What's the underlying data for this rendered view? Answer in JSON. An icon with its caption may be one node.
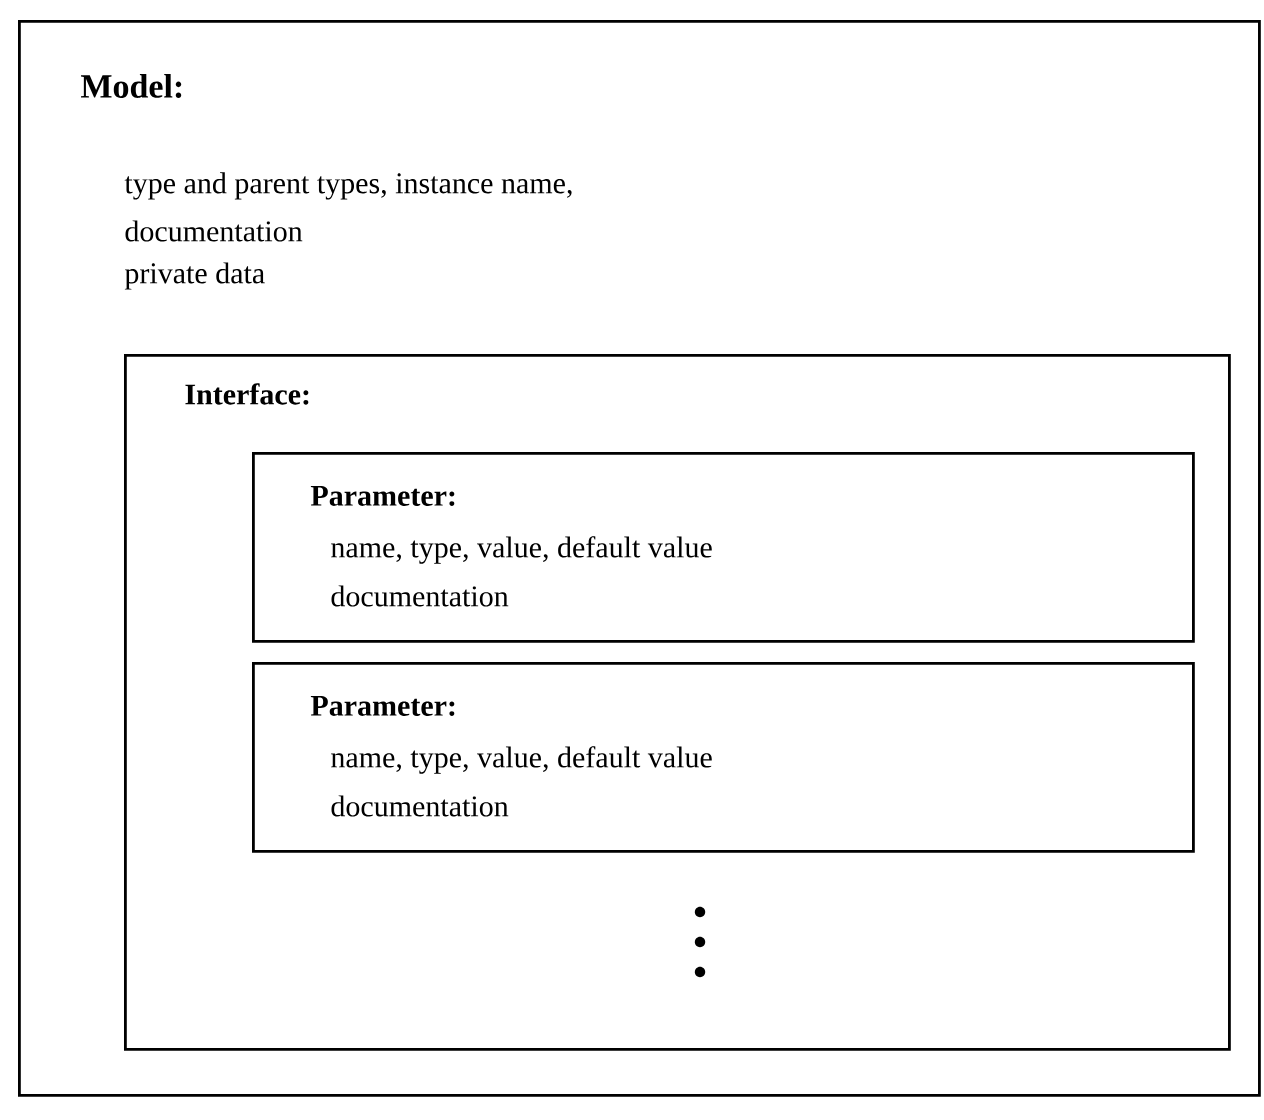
{
  "diagram": {
    "nodes": [
      {
        "text": [
          "Model:",
          "type and parent types, instance name,",
          "documentation",
          "private data"
        ]
      },
      {
        "text": [
          "Interface:"
        ],
        "in": 0
      },
      {
        "text": [
          "Parameter:",
          "name, type, value, default value",
          "documentation"
        ],
        "in": 1
      },
      {
        "text": [
          "Parameter:",
          "name, type, value, default value",
          "documentation"
        ],
        "in": 1
      }
    ]
  }
}
